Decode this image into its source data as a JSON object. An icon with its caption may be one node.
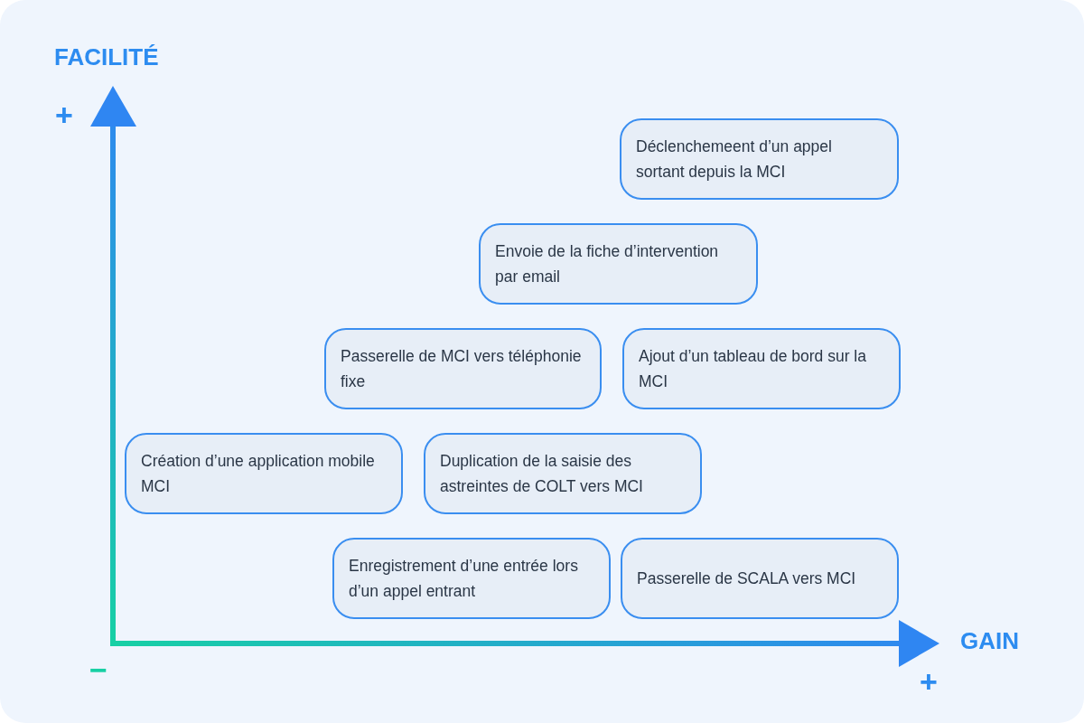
{
  "diagram": {
    "nodes": [
      {
        "text": [
          "Déclenchemeent d’un appel sortant depuis la MCI"
        ]
      },
      {
        "text": [
          "Envoie de la fiche d’intervention par email"
        ]
      },
      {
        "text": [
          "Passerelle de MCI vers téléphonie fixe"
        ]
      },
      {
        "text": [
          "Ajout d’un tableau de bord sur la MCI"
        ]
      },
      {
        "text": [
          "Création d’une application mobile MCI"
        ]
      },
      {
        "text": [
          "Duplication de la saisie des astreintes de COLT vers MCI"
        ]
      },
      {
        "text": [
          "Enregistrement d’une entrée lors d’un appel entrant"
        ]
      },
      {
        "text": [
          "Passerelle de SCALA vers MCI"
        ]
      }
    ],
    "edges": [],
    "labels": [
      "FACILITÉ",
      "+",
      "−",
      "GAIN",
      "+"
    ]
  }
}
